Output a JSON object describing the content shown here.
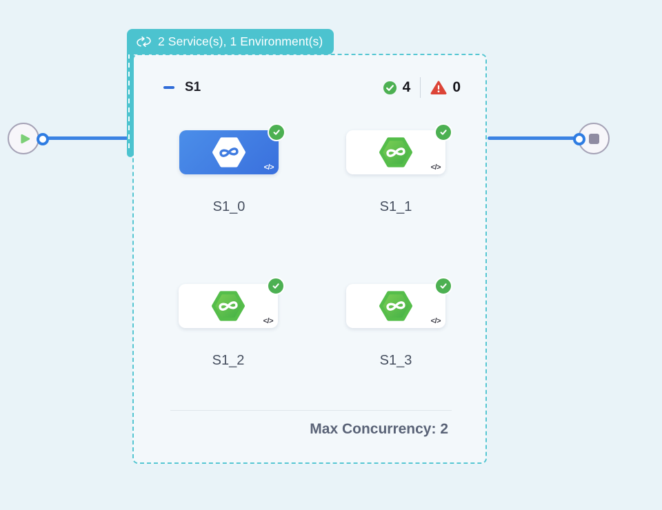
{
  "badge": {
    "label": "2 Service(s), 1 Environment(s)"
  },
  "stage": {
    "name": "S1",
    "success_count": "4",
    "error_count": "0",
    "services": [
      {
        "label": "S1_0",
        "state": "selected",
        "status": "success"
      },
      {
        "label": "S1_1",
        "state": "default",
        "status": "success"
      },
      {
        "label": "S1_2",
        "state": "default",
        "status": "success"
      },
      {
        "label": "S1_3",
        "state": "default",
        "status": "success"
      }
    ],
    "footer": {
      "max_concurrency_label": "Max Concurrency: 2"
    }
  },
  "icons": {
    "code_glyph": "</>"
  },
  "colors": {
    "canvas_bg": "#e9f3f8",
    "teal_accent": "#4cc3cf",
    "edge_blue": "#3b82e3",
    "selected_card_blue": "#3a70dd",
    "logo_green": "#55c24a",
    "success_green": "#4cb052",
    "error_red": "#dc4437"
  }
}
